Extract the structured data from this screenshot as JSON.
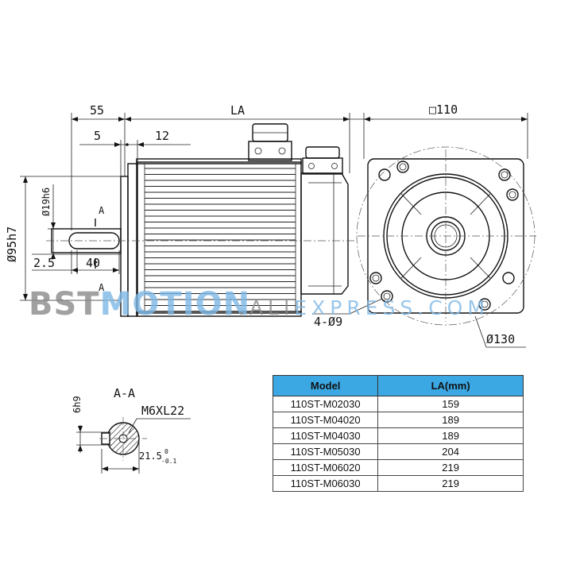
{
  "dimensions": {
    "shaft_extension": "55",
    "body_length": "LA",
    "shoulder": "5",
    "flange_thickness": "12",
    "pilot_diameter": "Ø95h7",
    "shaft_diameter": "Ø19h6",
    "section_mark_top": "A",
    "section_mark_bottom": "A",
    "key_offset": "2.5",
    "key_length": "40",
    "flange_square": "□110",
    "mounting_holes": "4-Ø9",
    "bolt_circle": "Ø130"
  },
  "section": {
    "title": "A-A",
    "key_width": "6h9",
    "thread": "M6XL22",
    "depth_value": "21.5",
    "tol_upper": "0",
    "tol_lower": "-0.1"
  },
  "watermark": {
    "brand_dark": "BST",
    "brand_blue": "MOTION",
    "domain_prefix": ".ALI",
    "domain_rest": "EXPRESS.COM"
  },
  "table": {
    "headers": [
      "Model",
      "LA(mm)"
    ],
    "rows": [
      [
        "110ST-M02030",
        "159"
      ],
      [
        "110ST-M04020",
        "189"
      ],
      [
        "110ST-M04030",
        "189"
      ],
      [
        "110ST-M05030",
        "204"
      ],
      [
        "110ST-M06020",
        "219"
      ],
      [
        "110ST-M06030",
        "219"
      ]
    ]
  },
  "colors": {
    "header_bg": "#3ba8e4",
    "watermark_blue": "#7fb9e6",
    "watermark_gray": "#8a8a8a"
  }
}
